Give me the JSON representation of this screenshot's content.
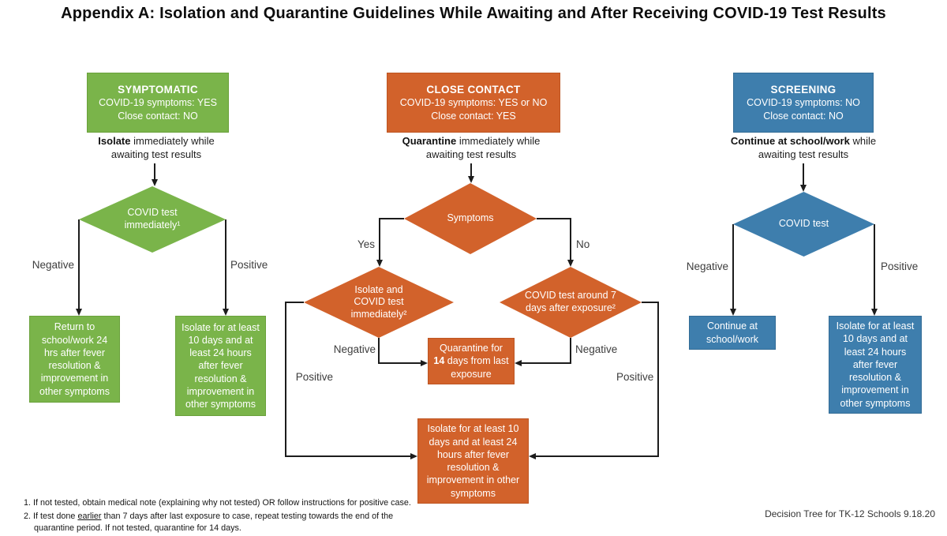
{
  "title": "Appendix A: Isolation and Quarantine Guidelines While Awaiting and After Receiving COVID-19 Test Results",
  "colors": {
    "symptomatic": "#7ab44a",
    "close_contact": "#d2622b",
    "screening": "#3e7ead",
    "line": "#1c1c1c"
  },
  "symptomatic": {
    "header_title": "SYMPTOMATIC",
    "header_line1": "COVID-19 symptoms: YES",
    "header_line2": "Close contact: NO",
    "instruction_bold": "Isolate",
    "instruction_rest": " immediately while awaiting test results",
    "decision": "COVID test immediately¹",
    "edge_left": "Negative",
    "edge_right": "Positive",
    "outcome_negative": "Return to school/work 24 hrs after fever resolution & improvement in other symptoms",
    "outcome_positive": "Isolate for at least 10 days and at least 24 hours after fever resolution & improvement in other symptoms"
  },
  "close_contact": {
    "header_title": "CLOSE CONTACT",
    "header_line1": "COVID-19 symptoms: YES or NO",
    "header_line2": "Close contact: YES",
    "instruction_bold": "Quarantine",
    "instruction_rest": " immediately while awaiting test results",
    "decision_symptoms": "Symptoms",
    "edge_yes": "Yes",
    "edge_no": "No",
    "decision_yes_branch": "Isolate and COVID test immediately²",
    "decision_no_branch": "COVID test around 7 days after exposure²",
    "edge_negative_left": "Negative",
    "edge_negative_right": "Negative",
    "edge_positive_left": "Positive",
    "edge_positive_right": "Positive",
    "quarantine_pre": "Quarantine for ",
    "quarantine_bold": "14",
    "quarantine_post": " days from last exposure",
    "outcome_positive": "Isolate for at least 10 days and at least 24 hours after fever resolution & improvement in other symptoms"
  },
  "screening": {
    "header_title": "SCREENING",
    "header_line1": "COVID-19 symptoms: NO",
    "header_line2": "Close contact: NO",
    "instruction_bold": "Continue at school/work",
    "instruction_rest": " while awaiting test results",
    "decision": "COVID test",
    "edge_left": "Negative",
    "edge_right": "Positive",
    "outcome_negative": "Continue at school/work",
    "outcome_positive": "Isolate for at least 10 days and at least 24 hours after fever resolution & improvement in other symptoms"
  },
  "footer": {
    "footnote1": "1. If not tested, obtain medical note (explaining why not tested) OR follow instructions for positive case.",
    "footnote2_pre": "2. If test done ",
    "footnote2_underlined": "earlier",
    "footnote2_post": " than 7 days after last exposure to case, repeat testing towards the end of the quarantine period. If not tested, quarantine for 14 days.",
    "credit": "Decision Tree for TK-12 Schools 9.18.20"
  }
}
